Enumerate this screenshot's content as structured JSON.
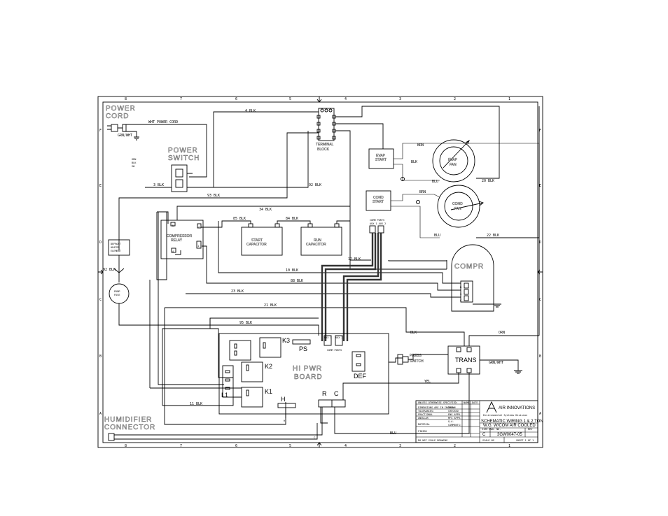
{
  "border": {
    "top_numbers": [
      "8",
      "7",
      "6",
      "5",
      "4",
      "3",
      "2",
      "1"
    ],
    "bottom_numbers": [
      "8",
      "7",
      "6",
      "5",
      "4",
      "3",
      "2",
      "1"
    ],
    "side_letters": [
      "F",
      "E",
      "D",
      "C",
      "B",
      "A"
    ]
  },
  "components": {
    "power_cord": "POWER\nCORD",
    "power_switch": "POWER\nSWITCH",
    "terminal_block": "TERMINAL\nBLOCK",
    "evap_fan": "EVAP\nFAN",
    "cond_fan": "COND\nFAN",
    "evap_start": "EVAP\nSTART",
    "cond_start": "COND\nSTART",
    "compressor_relay": "COMPRESSOR\nRELAY",
    "start_capacitor": "START\nCAPACITOR",
    "run_capacitor": "RUN\nCAPACITOR",
    "defrost_heater": "DEFROST\nHEATER\nELEMENT",
    "compr": "COMPR",
    "hi_pwr_board": "HI PWR\nBOARD",
    "trans": "TRANS",
    "press_switch": "PRESS\nSWITCH",
    "humidifier_connector": "HUMIDIFIER\nCONNECTOR",
    "pump_fuse": "PUMP\nFUSE"
  },
  "board_labels": {
    "k3": "K3",
    "k2": "K2",
    "k1": "K1",
    "l1": "L1",
    "ps": "PS",
    "def": "DEF",
    "h": "H",
    "r": "R",
    "c": "C",
    "aux": "AUX 1  AUX 2",
    "comm": "COMM PORTS"
  },
  "wire_labels": {
    "wht_power_cord": "WHT POWER CORD",
    "grn_wht": "GRN/WHT",
    "blk4": "4 BLK",
    "blk3": "3 BLK",
    "blk93": "93 BLK",
    "blk92": "92 BLK",
    "blk34": "34 BLK",
    "blk85": "85 BLK",
    "blk84": "84 BLK",
    "blk12": "12 BLK",
    "blk10": "10 BLK",
    "blk88": "88 BLK",
    "blk23": "23 BLK",
    "blk21": "21 BLK",
    "blk95": "95 BLK",
    "blk11": "11 BLK",
    "blk20": "20 BLK",
    "blk22": "22 BLK",
    "blk_evap": "BLK",
    "brn1": "BRN",
    "brn2": "BRN",
    "blu1": "BLU",
    "blu2": "BLU",
    "blu3": "BLU",
    "blk_trans": "BLK",
    "orn": "ORN",
    "yel": "YEL",
    "grn_wht2": "GRN/WHT",
    "h_lbl": "H",
    "c_lbl": "C",
    "comm1": "COMM PORTS",
    "comm2": "AUX 1 AUX 2",
    "grn_sw": "GRN\nBLK\nSW"
  },
  "title_block": {
    "company": "AIR INNOVATIONS",
    "title": "SCHEMATIC WIRING 1 & 2 TON\nW.G. W/COM AIR COOLED",
    "size": "C",
    "dwg_no": "3GW0047-05",
    "scale": "SCALE NS",
    "sheet": "SHEET 1 OF 1"
  }
}
